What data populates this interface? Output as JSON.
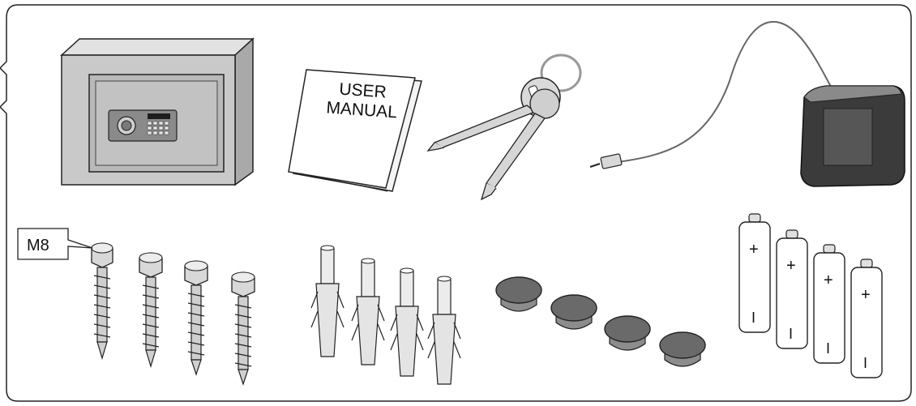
{
  "manual": {
    "line1": "USER",
    "line2": "MANUAL"
  },
  "screw_callout": {
    "label": "M8"
  },
  "battery_labels": {
    "plus": "+",
    "minus": "I"
  },
  "colors": {
    "outline": "#222222",
    "safe_body": "#c9c9c9",
    "safe_door": "#b5b5b5",
    "metal": "#d6d6d6",
    "rubber_cap": "#6a6a6a",
    "sensor_pad": "#3c3c3c"
  },
  "items": [
    "safe",
    "user-manual",
    "keys",
    "external-battery-pack",
    "lag-screws",
    "wall-anchors",
    "rubber-caps",
    "batteries"
  ]
}
